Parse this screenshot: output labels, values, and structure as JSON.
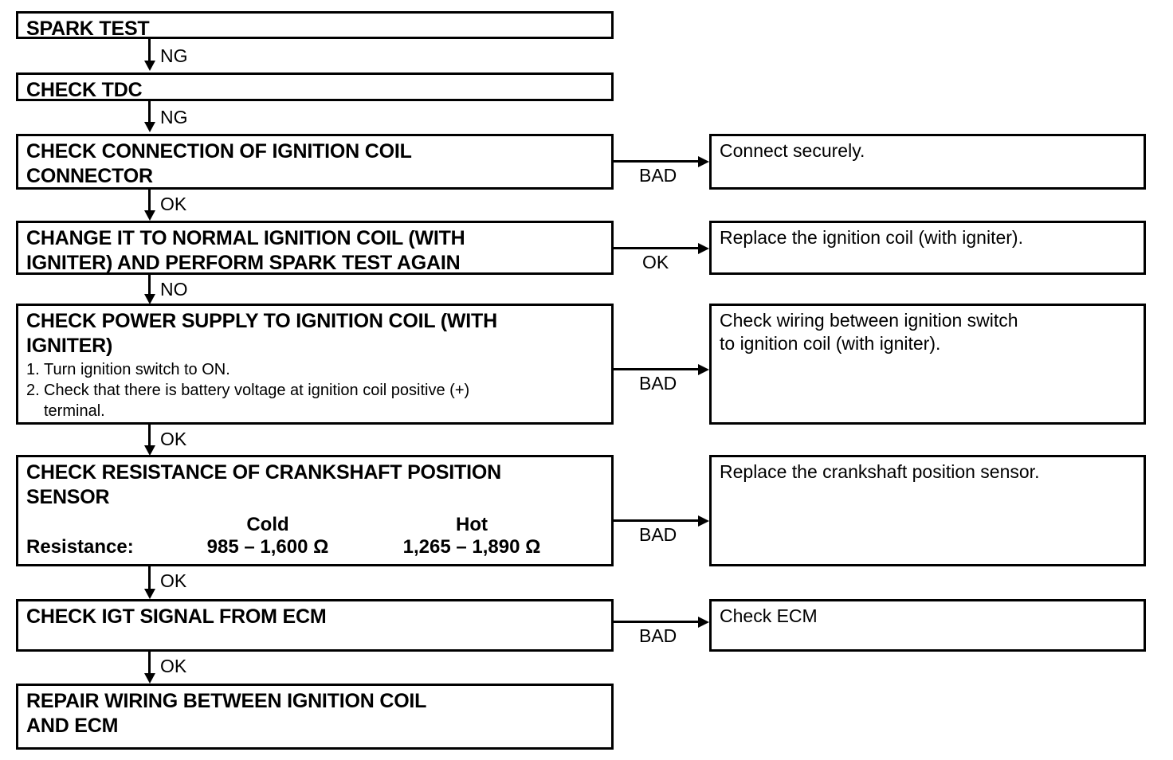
{
  "diagram": {
    "title": "Ignition system troubleshooting flowchart",
    "steps": [
      {
        "id": "spark-test",
        "label": "SPARK TEST"
      },
      {
        "id": "check-tdc",
        "label": "CHECK TDC"
      },
      {
        "id": "check-connection",
        "label": "CHECK CONNECTION OF IGNITION COIL\nCONNECTOR"
      },
      {
        "id": "change-coil",
        "label": "CHANGE IT TO NORMAL IGNITION COIL (WITH\nIGNITER) AND PERFORM SPARK TEST AGAIN"
      },
      {
        "id": "check-power-supply",
        "label": "CHECK POWER SUPPLY TO IGNITION COIL (WITH\nIGNITER)",
        "substeps": [
          {
            "num": "1.",
            "text": "Turn ignition switch to ON."
          },
          {
            "num": "2.",
            "text": "Check that there is battery voltage at ignition coil positive (+)\n   terminal."
          }
        ]
      },
      {
        "id": "check-resistance",
        "label": "CHECK RESISTANCE OF CRANKSHAFT POSITION\nSENSOR",
        "table": {
          "row_label": "Resistance:",
          "columns": [
            "Cold",
            "Hot"
          ],
          "values": [
            "985 – 1,600 Ω",
            "1,265 – 1,890 Ω"
          ]
        }
      },
      {
        "id": "check-igt",
        "label": "CHECK IGT SIGNAL FROM ECM"
      },
      {
        "id": "repair-wiring",
        "label": "REPAIR WIRING BETWEEN IGNITION COIL\nAND ECM"
      }
    ],
    "outcomes": [
      {
        "id": "connect-securely",
        "label": "Connect securely."
      },
      {
        "id": "replace-coil",
        "label": "Replace the ignition coil (with igniter)."
      },
      {
        "id": "check-wiring",
        "label": "Check wiring between ignition switch\nto ignition coil (with igniter)."
      },
      {
        "id": "replace-sensor",
        "label": "Replace the crankshaft position sensor."
      },
      {
        "id": "check-ecm",
        "label": "Check ECM"
      }
    ],
    "vertical_labels": [
      "NG",
      "NG",
      "OK",
      "NO",
      "OK",
      "OK",
      "OK"
    ],
    "branch_labels": [
      "BAD",
      "OK",
      "BAD",
      "BAD",
      "BAD"
    ]
  }
}
